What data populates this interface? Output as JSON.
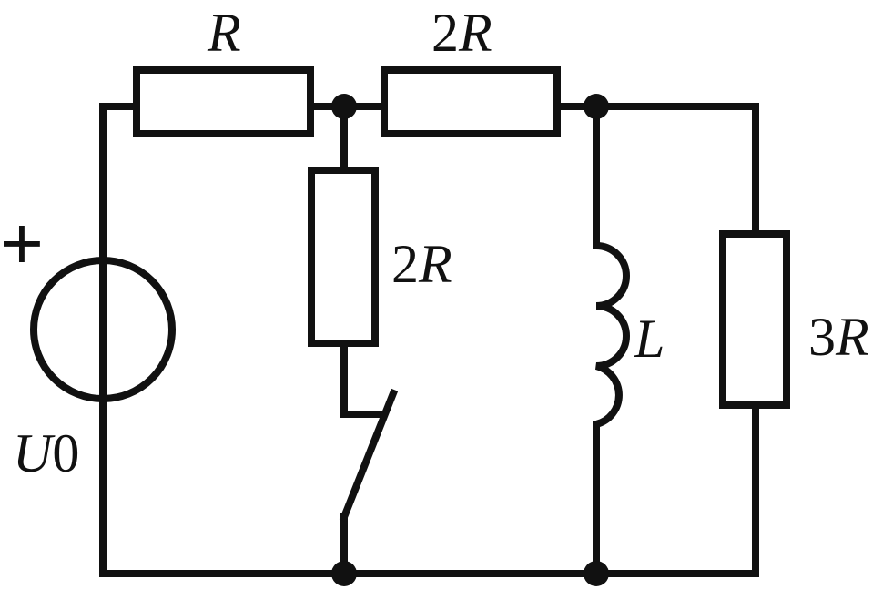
{
  "labels": {
    "r_top_left": {
      "coef": "",
      "sym": "R"
    },
    "r_top_right": {
      "coef": "2",
      "sym": "R"
    },
    "r_middle": {
      "coef": "2",
      "sym": "R"
    },
    "inductor": {
      "sym": "L"
    },
    "r_right": {
      "coef": "3",
      "sym": "R"
    },
    "source": {
      "sym": "U",
      "sub": "0",
      "polarity": "+"
    }
  }
}
